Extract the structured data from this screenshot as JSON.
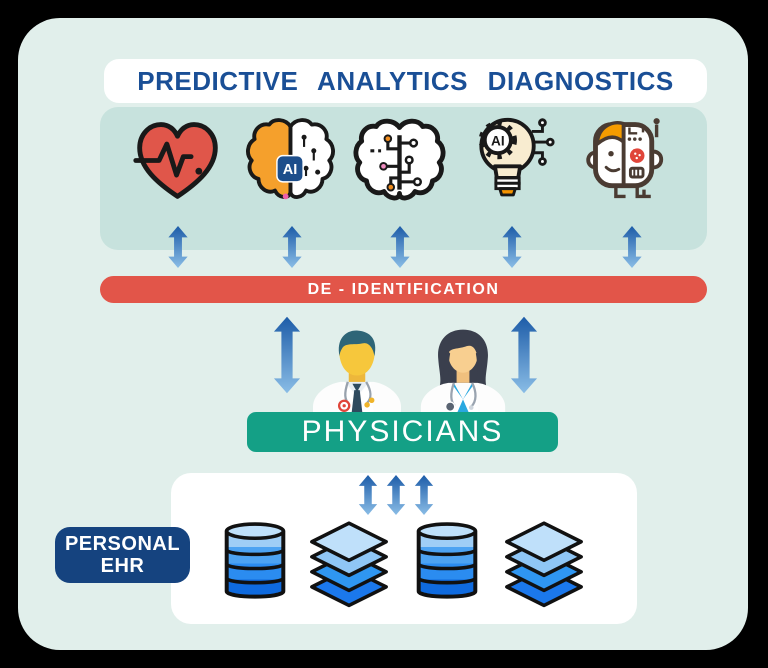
{
  "title": {
    "label": "PREDICTIVE ANALYTICS DIAGNOSTICS"
  },
  "analytics_band": {
    "icons": [
      {
        "name": "heart-pulse-icon"
      },
      {
        "name": "brain-ai-icon",
        "badge": "AI"
      },
      {
        "name": "circuit-brain-icon"
      },
      {
        "name": "ai-lightbulb-icon",
        "badge": "AI"
      },
      {
        "name": "human-robot-icon"
      }
    ]
  },
  "deidentification": {
    "label": "DE - IDENTIFICATION"
  },
  "physicians": {
    "label": "PHYSICIANS",
    "figures": [
      "male-physician",
      "female-physician"
    ]
  },
  "personal_ehr": {
    "line1": "PERSONAL",
    "line2": "EHR"
  },
  "databases": {
    "items": [
      "database-cylinder",
      "layer-stack",
      "database-cylinder",
      "layer-stack"
    ]
  },
  "colors": {
    "background": "#000000",
    "panel_mint": "#e1efeb",
    "band_teal": "#c7e2dd",
    "bar_red": "#e25549",
    "bar_green": "#14a086",
    "box_navy": "#15437f",
    "title_blue": "#1a4f96",
    "arrow_dark": "#1d5ca8",
    "arrow_light": "#8abde6",
    "db_blues": [
      "#bfe0fa",
      "#8fc6f5",
      "#2f96f1",
      "#1b78ec"
    ]
  }
}
